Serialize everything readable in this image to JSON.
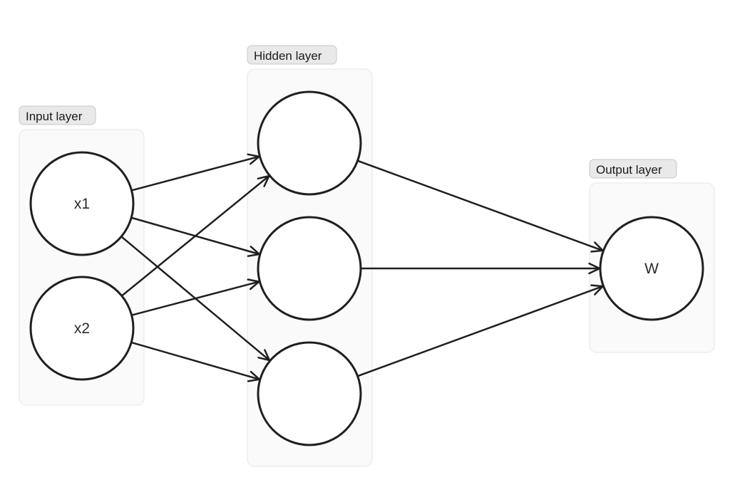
{
  "layers": {
    "input": {
      "label": "Input layer",
      "nodes": [
        "x1",
        "x2"
      ]
    },
    "hidden": {
      "label": "Hidden layer",
      "nodes": [
        "",
        "",
        ""
      ]
    },
    "output": {
      "label": "Output layer",
      "nodes": [
        "W"
      ]
    }
  },
  "connections": [
    {
      "from": "input.0",
      "to": "hidden.0"
    },
    {
      "from": "input.0",
      "to": "hidden.1"
    },
    {
      "from": "input.0",
      "to": "hidden.2"
    },
    {
      "from": "input.1",
      "to": "hidden.0"
    },
    {
      "from": "input.1",
      "to": "hidden.1"
    },
    {
      "from": "input.1",
      "to": "hidden.2"
    },
    {
      "from": "hidden.0",
      "to": "output.0"
    },
    {
      "from": "hidden.1",
      "to": "output.0"
    },
    {
      "from": "hidden.2",
      "to": "output.0"
    }
  ]
}
